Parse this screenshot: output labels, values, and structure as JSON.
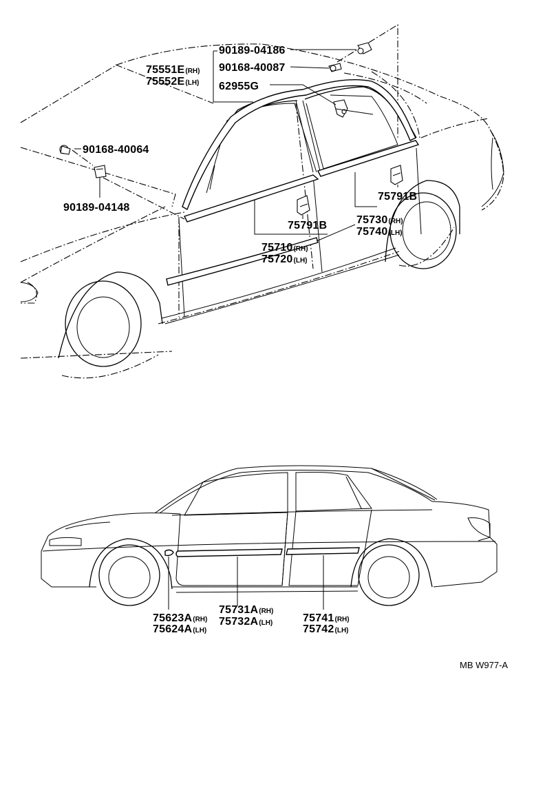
{
  "top_view": {
    "labels": [
      {
        "id": "screw-a",
        "code": "90189-04186",
        "side": ""
      },
      {
        "id": "screw-b",
        "code": "90168-40087",
        "side": ""
      },
      {
        "id": "roof-rh",
        "code": "75551E",
        "side": "(RH)"
      },
      {
        "id": "roof-lh",
        "code": "75552E",
        "side": "(LH)"
      },
      {
        "id": "clip-g",
        "code": "62955G",
        "side": ""
      },
      {
        "id": "screw-c",
        "code": "90168-40064",
        "side": ""
      },
      {
        "id": "clip-d",
        "code": "90189-04148",
        "side": ""
      },
      {
        "id": "clip-rear",
        "code": "75791B",
        "side": ""
      },
      {
        "id": "clip-front",
        "code": "75791B",
        "side": ""
      },
      {
        "id": "rear-belt-rh",
        "code": "75730",
        "side": "(RH)"
      },
      {
        "id": "rear-belt-lh",
        "code": "75740",
        "side": "(LH)"
      },
      {
        "id": "front-belt-rh",
        "code": "75710",
        "side": "(RH)"
      },
      {
        "id": "front-belt-lh",
        "code": "75720",
        "side": "(LH)"
      }
    ]
  },
  "side_view": {
    "labels": [
      {
        "id": "fender-rh",
        "code": "75623A",
        "side": "(RH)"
      },
      {
        "id": "fender-lh",
        "code": "75624A",
        "side": "(LH)"
      },
      {
        "id": "front-door-rh",
        "code": "75731A",
        "side": "(RH)"
      },
      {
        "id": "front-door-lh",
        "code": "75732A",
        "side": "(LH)"
      },
      {
        "id": "rear-door-rh",
        "code": "75741",
        "side": "(RH)"
      },
      {
        "id": "rear-door-lh",
        "code": "75742",
        "side": "(LH)"
      }
    ]
  },
  "figure_code": "MB W977-A"
}
